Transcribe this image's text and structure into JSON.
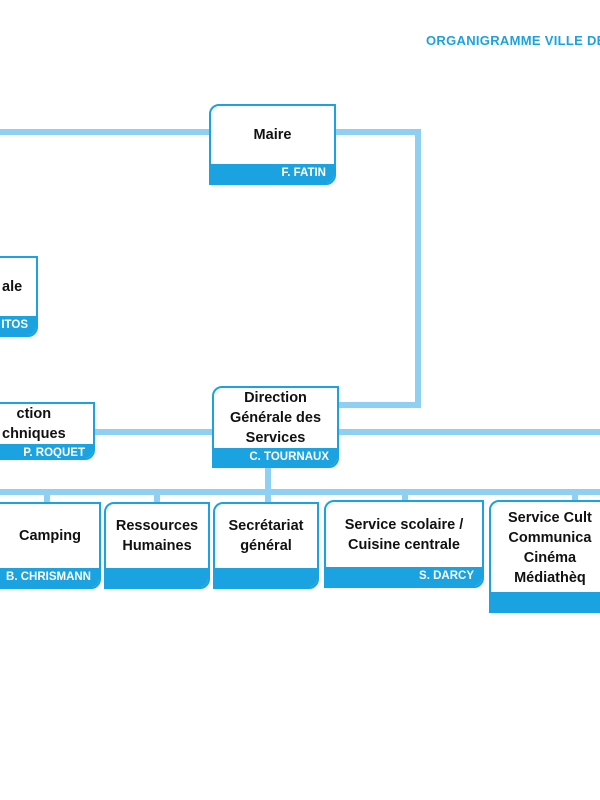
{
  "header": {
    "title": "ORGANIGRAMME VILLE DE"
  },
  "colors": {
    "accent": "#1aa3e0",
    "connector": "#8fd0f2",
    "text": "#111111"
  },
  "nodes": {
    "maire": {
      "title": "Maire",
      "name": "F. FATIN"
    },
    "directrice_cabinet": {
      "title": "ale",
      "name": "ITOS"
    },
    "services_techniques": {
      "title": "ction\nchniques",
      "name": "P. ROQUET"
    },
    "dgs": {
      "title": "Direction\nGénérale des\nServices",
      "name": "C. TOURNAUX"
    },
    "camping": {
      "title": "Camping",
      "name": "B. CHRISMANN"
    },
    "rh": {
      "title": "Ressources\nHumaines",
      "name": ""
    },
    "secretariat": {
      "title": "Secrétariat\ngénéral",
      "name": ""
    },
    "scolaire": {
      "title": "Service scolaire /\nCuisine centrale",
      "name": "S. DARCY"
    },
    "culture": {
      "title": "Service Cult\nCommunica\nCinéma\nMédiathèq",
      "name": ""
    }
  }
}
